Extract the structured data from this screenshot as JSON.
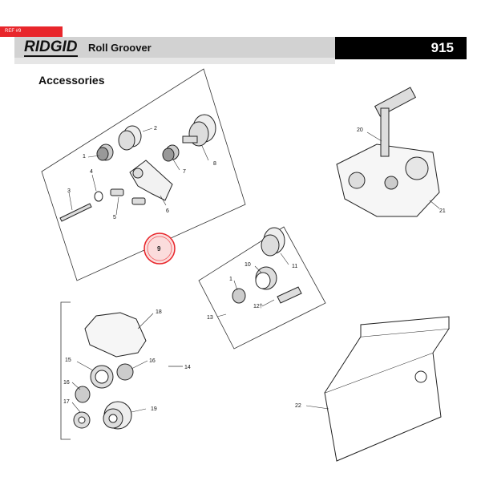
{
  "ref_tag": "REF #9",
  "header": {
    "brand": "RIDGID",
    "product": "Roll Groover",
    "model": "915"
  },
  "section_title": "Accessories",
  "highlight": {
    "label": "9",
    "color": "#e8262b"
  },
  "callouts": {
    "c1": "1",
    "c2": "2",
    "c3": "3",
    "c4": "4",
    "c5": "5",
    "c6": "6",
    "c7": "7",
    "c8": "8",
    "c20": "20",
    "c21": "21",
    "c11": "11",
    "c10": "10",
    "c1b": "1",
    "c13": "13",
    "c12": "12†",
    "c18": "18",
    "c15": "15",
    "c16a": "16",
    "c16b": "16",
    "c14": "14",
    "c17": "17",
    "c19": "19",
    "c22": "22"
  },
  "colors": {
    "accent": "#e8262b",
    "header_gray": "#d2d2d2",
    "model_bg": "#000000"
  }
}
